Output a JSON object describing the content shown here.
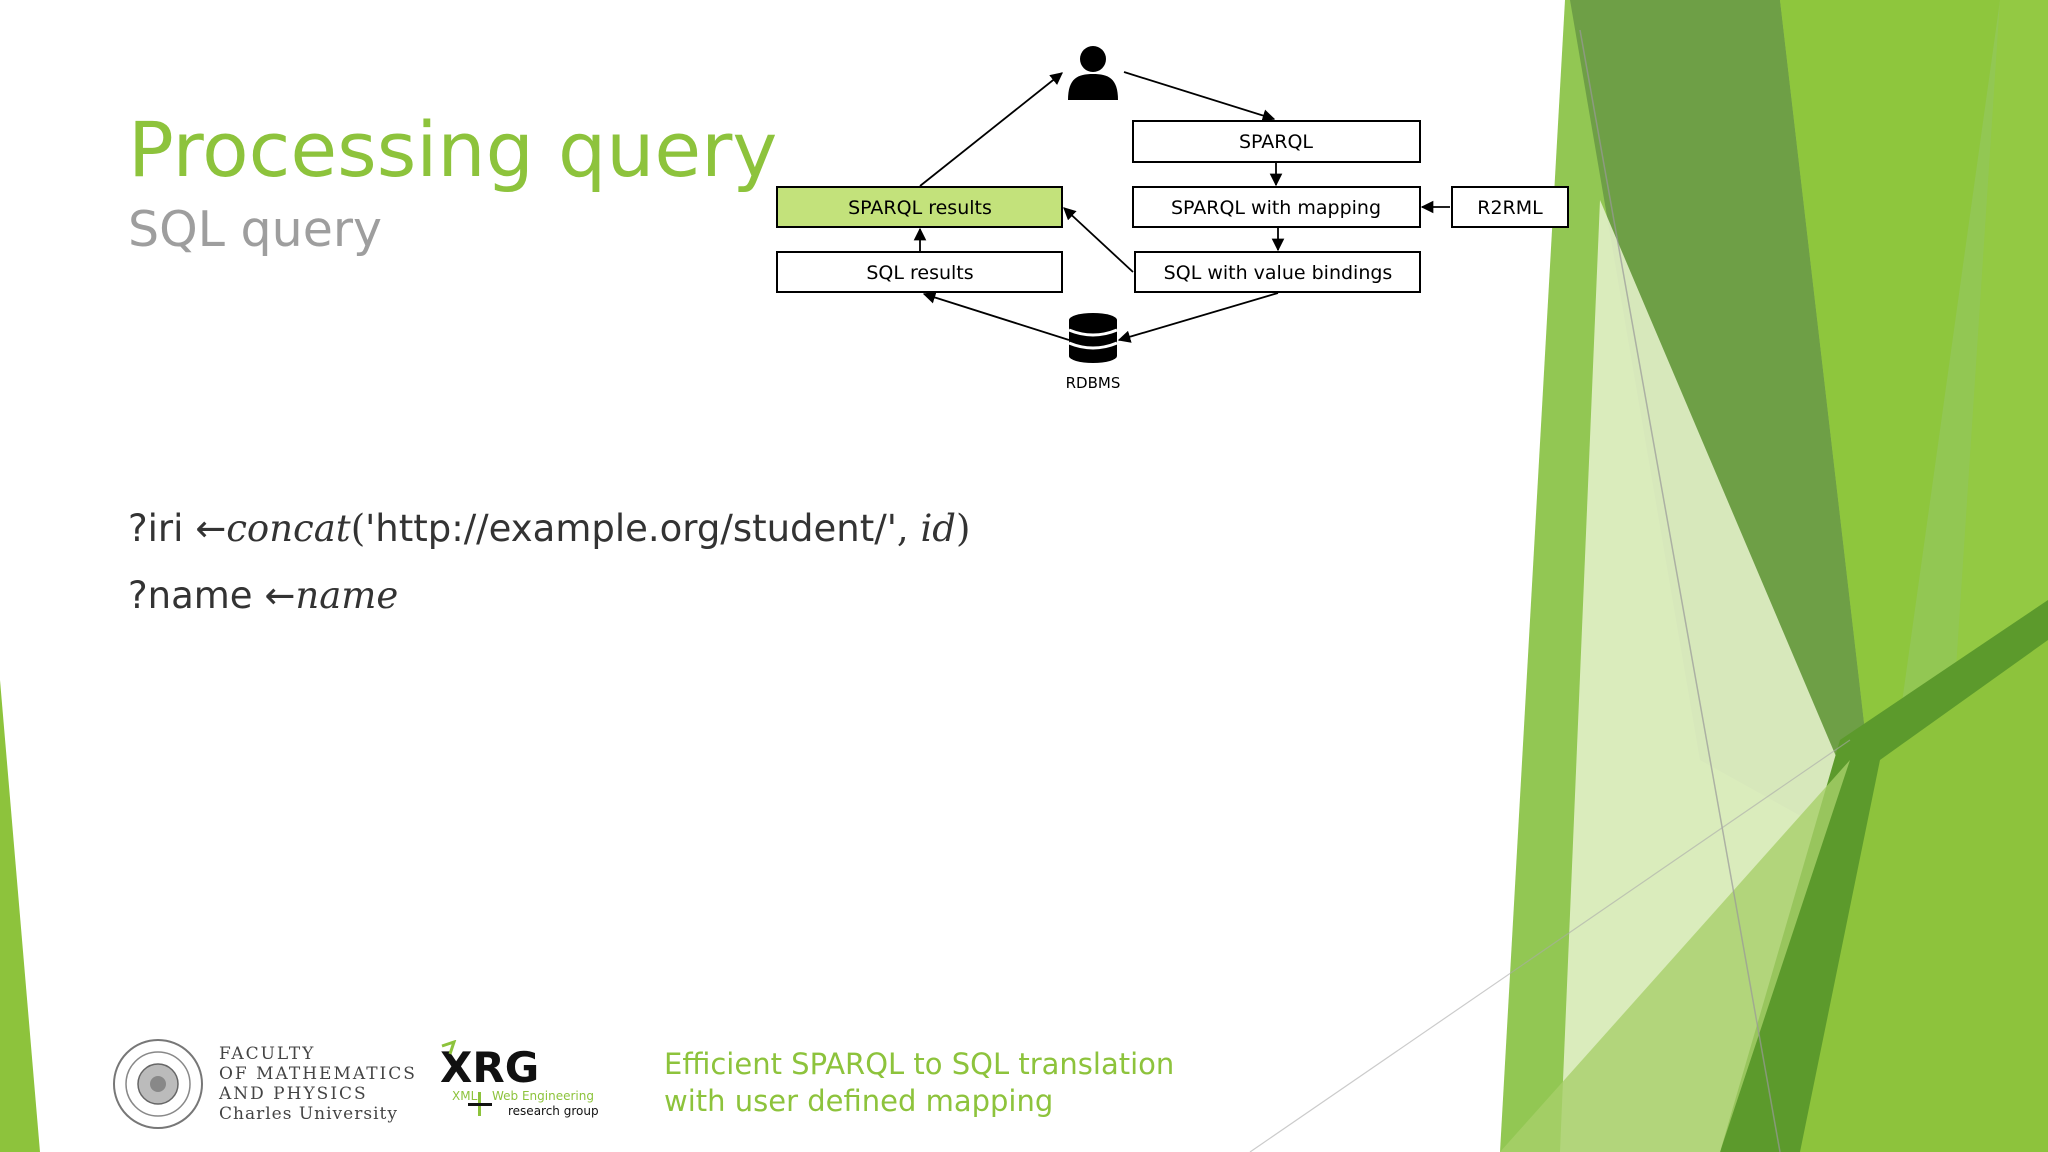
{
  "slide": {
    "title": "Processing query",
    "subtitle": "SQL query"
  },
  "diagram": {
    "nodes": {
      "sparql": "SPARQL",
      "sparql_with_mapping": "SPARQL with mapping",
      "r2rml": "R2RML",
      "sparql_results": "SPARQL results",
      "sql_results": "SQL results",
      "sql_with_value_bindings": "SQL with value bindings",
      "rdbms": "RDBMS"
    },
    "highlight_color": "#c3e27b"
  },
  "mapping": {
    "line1": {
      "var": "?iri",
      "arrow": "←",
      "fn": "concat",
      "open": "(",
      "literal": "'http://example.org/student/'",
      "comma": ", ",
      "arg": "id",
      "close": ")"
    },
    "line2": {
      "var": "?name",
      "arrow": "←",
      "value": "name"
    }
  },
  "footer": {
    "faculty_line1": "FACULTY",
    "faculty_line2": "OF MATHEMATICS",
    "faculty_line3": "AND PHYSICS",
    "university": "Charles University",
    "xrg_logo": "XRG",
    "xrg_sub1": "XML",
    "xrg_sub2": "Web Engineering",
    "xrg_sub3": "research group",
    "caption_line1": "Efficient SPARQL to SQL translation",
    "caption_line2": "with user defined mapping"
  },
  "colors": {
    "accent": "#8dc33c",
    "subtitle": "#9e9e9e"
  }
}
